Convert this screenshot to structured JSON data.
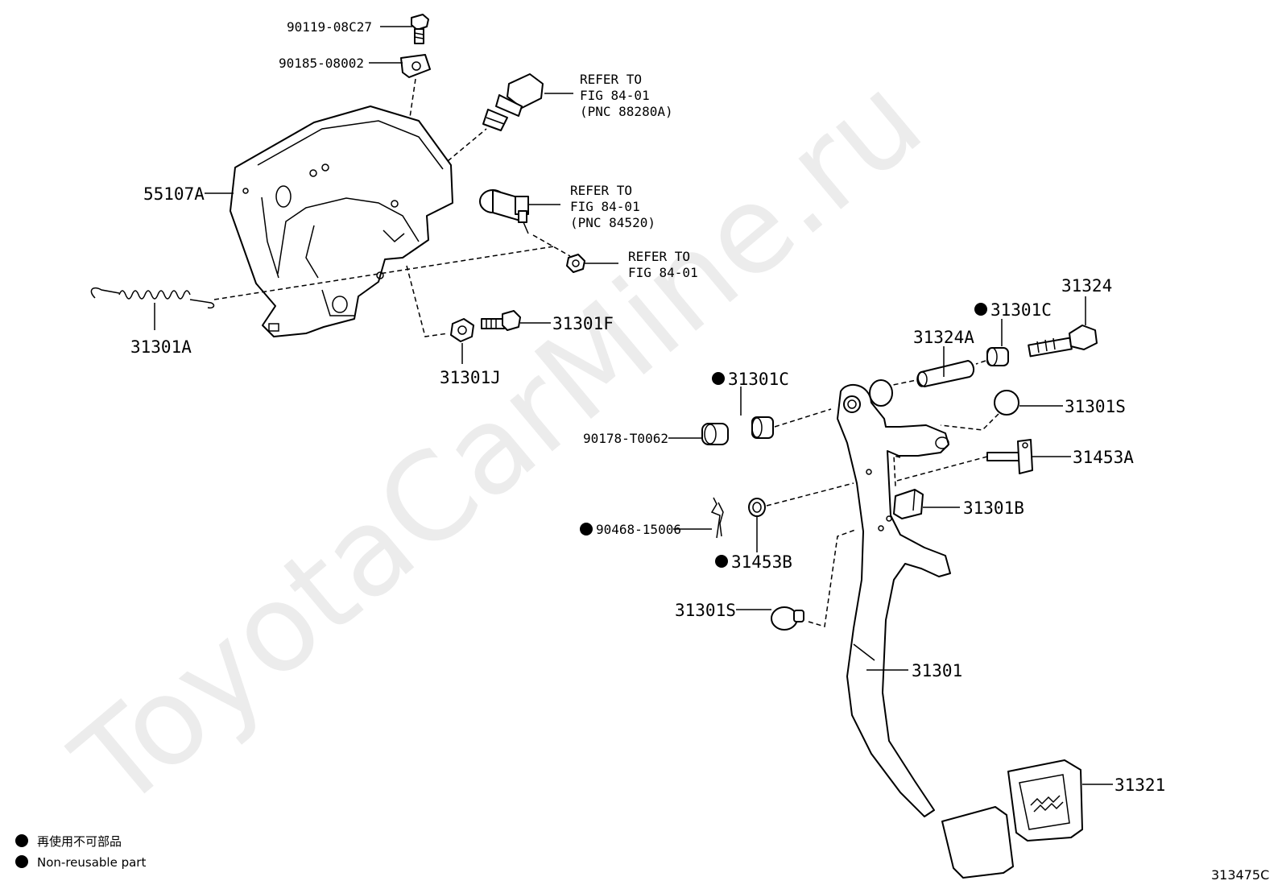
{
  "watermark": "ToyotaCarMine.ru",
  "labels": {
    "p90119": "90119-08C27",
    "p90185": "90185-08002",
    "refer1_line1": "REFER TO",
    "refer1_line2": "FIG 84-01",
    "refer1_line3": "(PNC 88280A)",
    "p55107a": "55107A",
    "refer2_line1": "REFER TO",
    "refer2_line2": "FIG 84-01",
    "refer2_line3": "(PNC 84520)",
    "refer3_line1": "REFER TO",
    "refer3_line2": "FIG 84-01",
    "p31301a": "31301A",
    "p31301f": "31301F",
    "p31301j": "31301J",
    "p31324": "31324",
    "p31301c_top": "31301C",
    "p31324a": "31324A",
    "p31301c_mid": "31301C",
    "p31301s_right": "31301S",
    "p90178": "90178-T0062",
    "p31453a": "31453A",
    "p31301b": "31301B",
    "p90468": "90468-15006",
    "p31453b": "31453B",
    "p31301s_left": "31301S",
    "p31301": "31301",
    "p31321": "31321"
  },
  "legend": {
    "jp": "再使用不可部品",
    "en": "Non-reusable part"
  },
  "figure_number": "313475C"
}
